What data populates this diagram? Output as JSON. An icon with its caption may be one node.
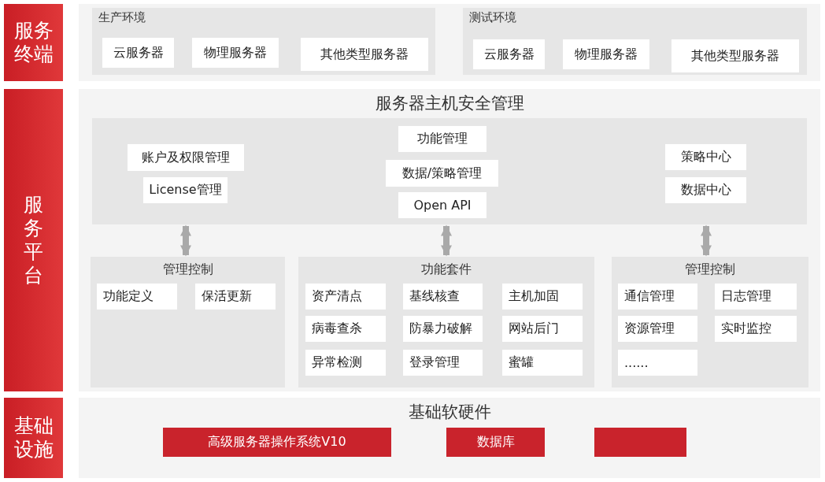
{
  "diagram": {
    "nodes": [
      {
        "text": [
          "服务终端"
        ]
      },
      {
        "text": [
          "生产环境"
        ]
      },
      {
        "text": [
          "云服务器"
        ],
        "in": 1
      },
      {
        "text": [
          "物理服务器"
        ],
        "in": 1
      },
      {
        "text": [
          "其他类型服务器"
        ],
        "in": 1
      },
      {
        "text": [
          "测试环境"
        ]
      },
      {
        "text": [
          "云服务器"
        ],
        "in": 5
      },
      {
        "text": [
          "物理服务器"
        ],
        "in": 5
      },
      {
        "text": [
          "其他类型服务器"
        ],
        "in": 5
      },
      {
        "text": [
          "服务平台"
        ]
      },
      {
        "text": [
          "服务器主机安全管理"
        ]
      },
      {
        "text": [],
        "shape": "box",
        "in": 10
      },
      {
        "text": [
          "账户及权限管理"
        ],
        "in": 11
      },
      {
        "text": [
          "License管理"
        ],
        "in": 11
      },
      {
        "text": [
          "功能管理"
        ],
        "in": 11
      },
      {
        "text": [
          "数据/策略管理"
        ],
        "in": 11
      },
      {
        "text": [
          "Open API"
        ],
        "in": 11
      },
      {
        "text": [
          "策略中心"
        ],
        "in": 11
      },
      {
        "text": [
          "数据中心"
        ],
        "in": 11
      },
      {
        "text": [
          "管理控制"
        ],
        "in": 10
      },
      {
        "text": [
          "功能定义"
        ],
        "in": 19
      },
      {
        "text": [
          "保活更新"
        ],
        "in": 19
      },
      {
        "text": [
          "功能套件"
        ],
        "in": 10
      },
      {
        "text": [
          "资产清点"
        ],
        "in": 22
      },
      {
        "text": [
          "基线核查"
        ],
        "in": 22
      },
      {
        "text": [
          "主机加固"
        ],
        "in": 22
      },
      {
        "text": [
          "病毒查杀"
        ],
        "in": 22
      },
      {
        "text": [
          "防暴力破解"
        ],
        "in": 22
      },
      {
        "text": [
          "网站后门"
        ],
        "in": 22
      },
      {
        "text": [
          "异常检测"
        ],
        "in": 22
      },
      {
        "text": [
          "登录管理"
        ],
        "in": 22
      },
      {
        "text": [
          "蜜罐"
        ],
        "in": 22
      },
      {
        "text": [
          "管理控制"
        ],
        "in": 10
      },
      {
        "text": [
          "通信管理"
        ],
        "in": 32
      },
      {
        "text": [
          "日志管理"
        ],
        "in": 32
      },
      {
        "text": [
          "资源管理"
        ],
        "in": 32
      },
      {
        "text": [
          "实时监控"
        ],
        "in": 32
      },
      {
        "text": [
          "......"
        ],
        "in": 32
      },
      {
        "text": [
          "基础设施"
        ]
      },
      {
        "text": [
          "基础软硬件"
        ]
      },
      {
        "text": [
          "高级服务器操作系统V10"
        ],
        "in": 39
      },
      {
        "text": [
          "数据库"
        ],
        "in": 39
      },
      {
        "text": [],
        "shape": "box",
        "in": 39
      }
    ],
    "edges": [
      {
        "from": 11,
        "to": 19,
        "arrow": "both"
      },
      {
        "from": 11,
        "to": 22,
        "arrow": "both"
      },
      {
        "from": 11,
        "to": 32,
        "arrow": "both"
      }
    ]
  }
}
